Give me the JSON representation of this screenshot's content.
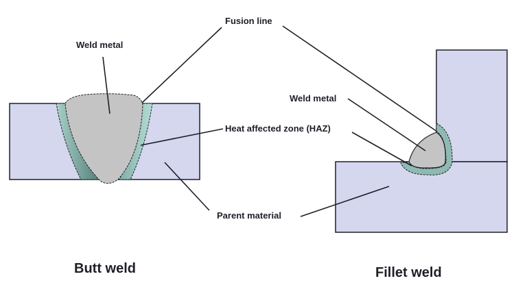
{
  "diagram": {
    "title": "Weld zones: butt weld vs fillet weld",
    "colors": {
      "parent_material": "#d4d7ee",
      "weld_metal": "#c4c4c4",
      "haz": "#9cc4bc",
      "haz_dark": "#5f8a84",
      "outline": "#1e1e28"
    },
    "labels": {
      "fusion_line": "Fusion line",
      "weld_metal_butt": "Weld metal",
      "weld_metal_fillet": "Weld metal",
      "haz": "Heat affected zone (HAZ)",
      "parent_material": "Parent material"
    },
    "captions": {
      "butt": "Butt weld",
      "fillet": "Fillet weld"
    }
  }
}
